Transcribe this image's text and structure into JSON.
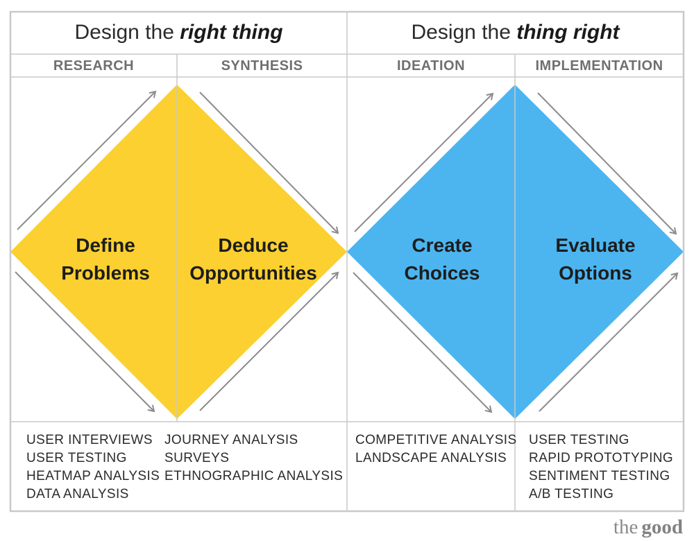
{
  "titles": {
    "left": {
      "regular": "Design the ",
      "emphasis": "right thing"
    },
    "right": {
      "regular": "Design the ",
      "emphasis": "thing right"
    }
  },
  "phases": [
    {
      "header": "RESEARCH",
      "diamond_label": [
        "Define",
        "Problems"
      ],
      "activities": [
        "USER INTERVIEWS",
        "USER TESTING",
        "HEATMAP ANALYSIS",
        "DATA ANALYSIS"
      ]
    },
    {
      "header": "SYNTHESIS",
      "diamond_label": [
        "Deduce",
        "Opportunities"
      ],
      "activities": [
        "JOURNEY ANALYSIS",
        "SURVEYS",
        "ETHNOGRAPHIC ANALYSIS"
      ]
    },
    {
      "header": "IDEATION",
      "diamond_label": [
        "Create",
        "Choices"
      ],
      "activities": [
        "COMPETITIVE ANALYSIS",
        "LANDSCAPE ANALYSIS"
      ]
    },
    {
      "header": "IMPLEMENTATION",
      "diamond_label": [
        "Evaluate",
        "Options"
      ],
      "activities": [
        "USER TESTING",
        "RAPID PROTOTYPING",
        "SENTIMENT TESTING",
        "A/B TESTING"
      ]
    }
  ],
  "logo": {
    "word1": "the",
    "word2": "good"
  },
  "colors": {
    "diamond_yellow": "#FBD030",
    "diamond_blue": "#4CB5F0",
    "grid_line": "#C9C9C9",
    "arrow": "#8C8C8C",
    "header_text": "#6F6F6F",
    "title_text": "#2B2B2B",
    "label_text": "#1D1D1D",
    "logo_text": "#8A8A8A"
  }
}
